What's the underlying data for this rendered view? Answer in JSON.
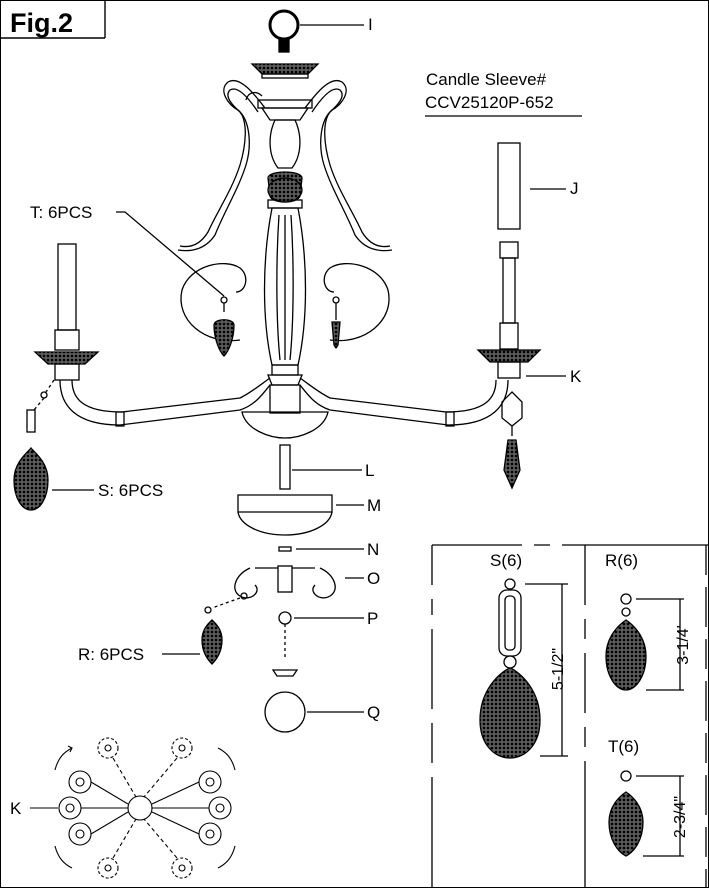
{
  "figure_title": "Fig.2",
  "candle_sleeve": {
    "heading": "Candle Sleeve#",
    "part_number": "CCV25120P-652"
  },
  "callouts": {
    "I": "I",
    "J": "J",
    "K": "K",
    "L": "L",
    "M": "M",
    "N": "N",
    "O": "O",
    "P": "P",
    "Q": "Q",
    "K2": "K"
  },
  "crystal_counts": {
    "T": "T: 6PCS",
    "S": "S: 6PCS",
    "R": "R: 6PCS"
  },
  "detail_box": {
    "s_title": "S(6)",
    "s_dim": "5-1/2\"",
    "r_title": "R(6)",
    "r_dim": "3-1/4'",
    "t_title": "T(6)",
    "t_dim": "2-3/4\""
  }
}
